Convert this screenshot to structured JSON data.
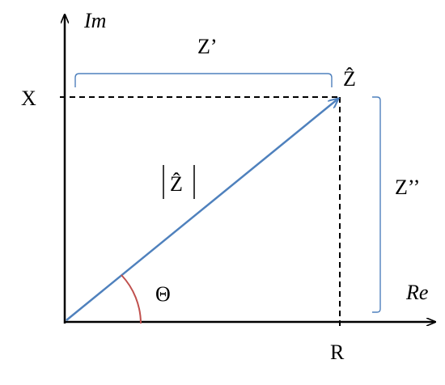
{
  "axes": {
    "real_label": "Re",
    "imaginary_label": "Im"
  },
  "points": {
    "x_tick_label": "R",
    "y_tick_label": "X",
    "tip_label": "Ẑ"
  },
  "vector": {
    "magnitude_label": "Ẑ",
    "angle_label": "Θ"
  },
  "braces": {
    "horizontal_label": "Z’",
    "vertical_label": "Z’’"
  },
  "colors": {
    "axis": "#000000",
    "vector": "#4F81BD",
    "brace": "#4F81BD",
    "angle_arc": "#C0504D",
    "dashed": "#000000"
  }
}
